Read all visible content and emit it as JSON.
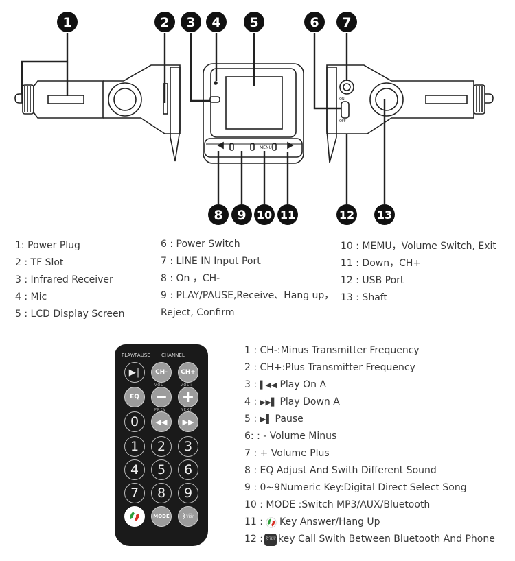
{
  "callouts": [
    "1",
    "2",
    "3",
    "4",
    "5",
    "6",
    "7",
    "8",
    "9",
    "10",
    "11",
    "12",
    "13"
  ],
  "device": {
    "button_labels": {
      "menu": "MENU"
    },
    "switch_labels": {
      "on": "ON",
      "off": "OFF"
    }
  },
  "legend_left": [
    "1: Power Plug",
    "2 : TF Slot",
    "3 : Infrared Receiver",
    "4 : Mic",
    "5 : LCD Display Screen"
  ],
  "legend_middle": [
    "6 : Power Switch",
    "7 : LINE IN Input Port",
    "8 : On  ，CH-",
    "9 : PLAY/PAUSE,Receive、Hang up，",
    "Reject, Confirm"
  ],
  "legend_right": [
    "10 : MEMU，Volume Switch, Exit",
    "11 : Down，CH+",
    "12 : USB Port",
    "13 : Shaft"
  ],
  "remote": {
    "top_labels": {
      "play_pause": "PLAY/PAUSE",
      "channel": "CHANNEL"
    },
    "small_labels": {
      "vol_minus": "VOL-",
      "vol_plus": "VOL+",
      "prev": "PREV",
      "next": "NEXT"
    },
    "buttons": {
      "ch_minus": "CH-",
      "ch_plus": "CH+",
      "eq": "EQ",
      "minus": "−",
      "plus": "+",
      "mode": "MODE",
      "digits": [
        "0",
        "1",
        "2",
        "3",
        "4",
        "5",
        "6",
        "7",
        "8",
        "9"
      ]
    }
  },
  "remote_legend": [
    {
      "prefix": "1 : CH-:Minus Transmitter Frequency",
      "suffix": ""
    },
    {
      "prefix": "2 : CH+:Plus Transmitter Frequency",
      "suffix": ""
    },
    {
      "prefix": "3 : ",
      "suffix": "Play On A",
      "icon": "prev-track-icon"
    },
    {
      "prefix": "4 : ",
      "suffix": "Play Down A",
      "icon": "next-track-icon"
    },
    {
      "prefix": "5 : ",
      "suffix": " Pause",
      "icon": "play-pause-icon"
    },
    {
      "prefix": "6: : - Volume Minus",
      "suffix": ""
    },
    {
      "prefix": "7 : + Volume Plus",
      "suffix": ""
    },
    {
      "prefix": "8 : EQ Adjust And Swith Different Sound",
      "suffix": ""
    },
    {
      "prefix": "9 : 0~9Numeric Key:Digital Direct Select Song",
      "suffix": ""
    },
    {
      "prefix": "10 : MODE :Switch MP3/AUX/Bluetooth",
      "suffix": ""
    },
    {
      "prefix": "11 : ",
      "suffix": "Key Answer/Hang Up",
      "icon": "phone-icon"
    },
    {
      "prefix": "12 : ",
      "suffix": "key  Call Swith Between Bluetooth And Phone",
      "icon": "bluetooth-phone-icon"
    }
  ],
  "colors": {
    "ink": "#111111",
    "text": "#3a3a3a",
    "remote_body": "#1a1a1a",
    "phone_green": "#2e9e3a",
    "phone_red": "#d93025"
  }
}
